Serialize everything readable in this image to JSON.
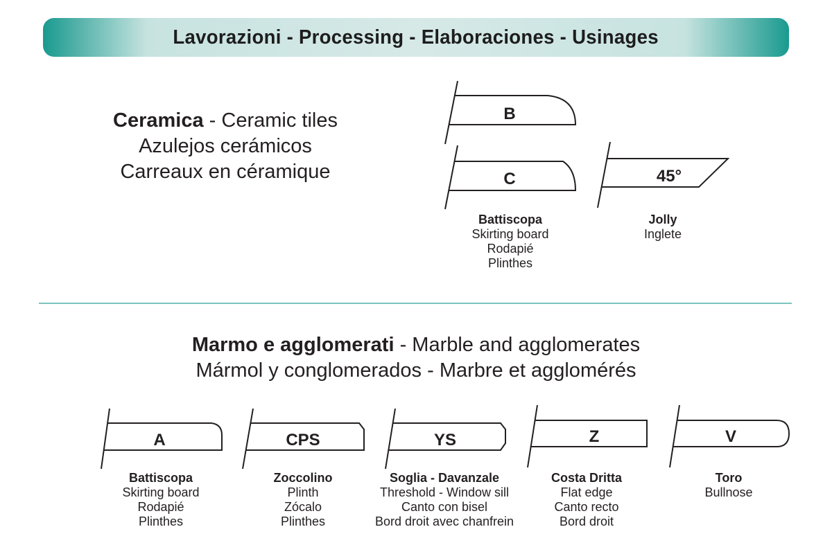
{
  "header": {
    "title": "Lavorazioni - Processing - Elaboraciones - Usinages"
  },
  "ceramica": {
    "title_bold": "Ceramica",
    "title_rest": " - Ceramic tiles",
    "line2": "Azulejos cerámicos",
    "line3": "Carreaux en céramique",
    "profiles": [
      {
        "label": "B"
      },
      {
        "label": "C"
      },
      {
        "label": "45°"
      }
    ],
    "captions": [
      {
        "title": "Battiscopa",
        "lines": [
          "Skirting board",
          "Rodapié",
          "Plinthes"
        ]
      },
      {
        "title": "Jolly",
        "lines": [
          "Inglete"
        ]
      }
    ]
  },
  "marmo": {
    "title_bold": "Marmo e agglomerati",
    "title_rest": " - Marble and agglomerates",
    "line2": "Mármol y conglomerados - Marbre et agglomérés",
    "profiles": [
      {
        "label": "A"
      },
      {
        "label": "CPS"
      },
      {
        "label": "YS"
      },
      {
        "label": "Z"
      },
      {
        "label": "V"
      }
    ],
    "captions": [
      {
        "title": "Battiscopa",
        "lines": [
          "Skirting board",
          "Rodapié",
          "Plinthes"
        ]
      },
      {
        "title": "Zoccolino",
        "lines": [
          "Plinth",
          "Zócalo",
          "Plinthes"
        ]
      },
      {
        "title": "Soglia - Davanzale",
        "lines": [
          "Threshold - Window sill",
          "Canto con bisel",
          "Bord droit avec chanfrein"
        ]
      },
      {
        "title": "Costa Dritta",
        "lines": [
          "Flat edge",
          "Canto recto",
          "Bord droit"
        ]
      },
      {
        "title": "Toro",
        "lines": [
          "Bullnose"
        ]
      }
    ]
  }
}
